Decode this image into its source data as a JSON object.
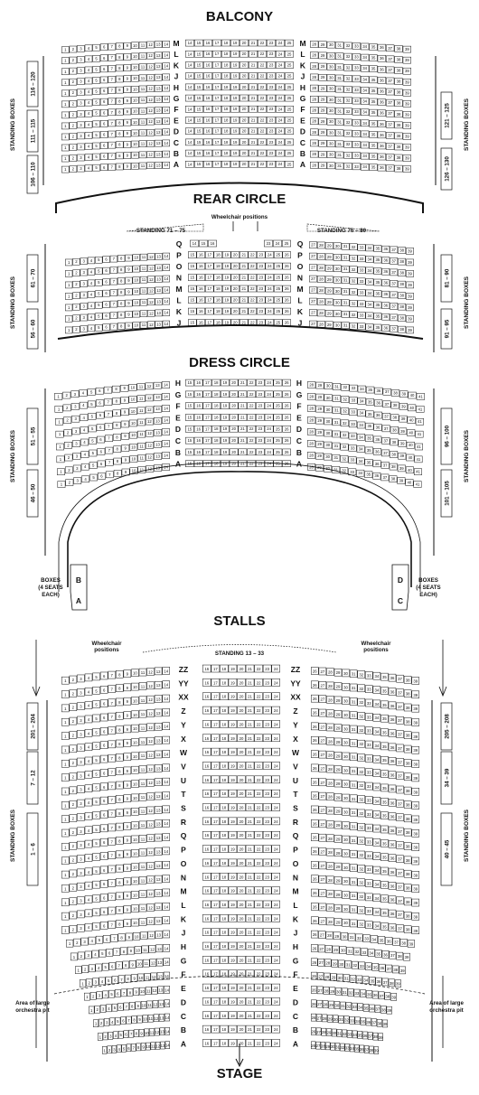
{
  "sections": [
    {
      "key": "balcony",
      "title": "BALCONY",
      "rows": [
        "M",
        "L",
        "K",
        "J",
        "H",
        "G",
        "F",
        "E",
        "D",
        "C",
        "B",
        "A"
      ],
      "left_boxes": [
        "116 – 120",
        "111 – 115",
        "106 – 110"
      ],
      "right_boxes": [
        "121 – 125",
        "126 – 130"
      ],
      "standing_label": "STANDING BOXES"
    },
    {
      "key": "rear",
      "title": "REAR CIRCLE",
      "rows": [
        "Q",
        "P",
        "O",
        "N",
        "M",
        "L",
        "K",
        "J"
      ],
      "wheelchair_label": "Wheelchair positions",
      "standing_left": "STANDING 71 – 75",
      "standing_right": "STANDING 76 – 80",
      "left_boxes": [
        "61 – 70",
        "56 – 60"
      ],
      "right_boxes": [
        "81 – 90",
        "91 – 95"
      ],
      "standing_label": "STANDING BOXES"
    },
    {
      "key": "dress",
      "title": "DRESS CIRCLE",
      "rows": [
        "H",
        "G",
        "F",
        "E",
        "D",
        "C",
        "B",
        "A"
      ],
      "left_boxes": [
        "51 – 55",
        "46 – 50"
      ],
      "right_boxes": [
        "96 – 100",
        "101 – 105"
      ],
      "standing_label": "STANDING BOXES",
      "boxes_label": [
        "BOXES",
        "(4 SEATS",
        "EACH)"
      ],
      "box_letters": [
        "B",
        "A",
        "D",
        "C"
      ]
    },
    {
      "key": "stalls",
      "title": "STALLS",
      "rows": [
        "ZZ",
        "YY",
        "XX",
        "Z",
        "Y",
        "X",
        "W",
        "V",
        "U",
        "T",
        "S",
        "R",
        "Q",
        "P",
        "O",
        "N",
        "M",
        "L",
        "K",
        "J",
        "H",
        "G",
        "F",
        "E",
        "D",
        "C",
        "B",
        "A"
      ],
      "wheelchair_label": [
        "Wheelchair",
        "positions"
      ],
      "standing_center": "STANDING 13 – 33",
      "left_boxes": [
        "201 – 204",
        "7 – 12",
        "1 – 6"
      ],
      "right_boxes": [
        "205 – 208",
        "34 – 39",
        "40 – 45"
      ],
      "standing_label": "STANDING BOXES",
      "pit_label": [
        "Area of large",
        "orchestra pit"
      ],
      "stage_label": "STAGE"
    }
  ],
  "colors": {
    "ink": "#111111",
    "paper": "#ffffff",
    "seat_fill": "#ffffff"
  }
}
